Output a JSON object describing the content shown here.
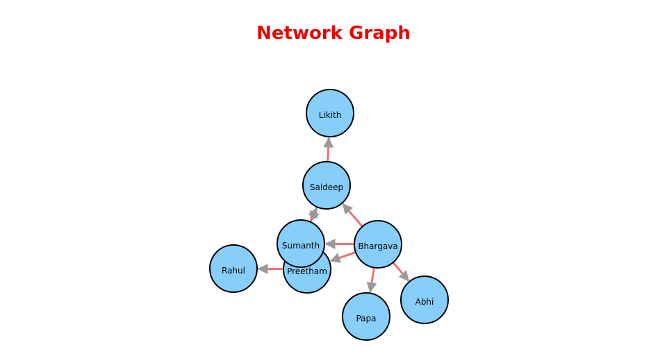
{
  "title": "Network Graph",
  "colors": {
    "title": "#ee0000",
    "node_fill": "#87cefa",
    "node_stroke": "#000000",
    "edge": "#f07070",
    "arrow": "#999999"
  },
  "graph": {
    "directed": true,
    "nodes": [
      {
        "id": "Likith",
        "label": "Likith"
      },
      {
        "id": "Saideep",
        "label": "Saideep"
      },
      {
        "id": "Sumanth",
        "label": "Sumanth"
      },
      {
        "id": "Bhargava",
        "label": "Bhargava"
      },
      {
        "id": "Preetham",
        "label": "Preetham"
      },
      {
        "id": "Rahul",
        "label": "Rahul"
      },
      {
        "id": "Papa",
        "label": "Papa"
      },
      {
        "id": "Abhi",
        "label": "Abhi"
      }
    ],
    "edges": [
      {
        "source": "Saideep",
        "target": "Likith"
      },
      {
        "source": "Bhargava",
        "target": "Saideep"
      },
      {
        "source": "Bhargava",
        "target": "Sumanth"
      },
      {
        "source": "Bhargava",
        "target": "Preetham"
      },
      {
        "source": "Bhargava",
        "target": "Papa"
      },
      {
        "source": "Bhargava",
        "target": "Abhi"
      },
      {
        "source": "Saideep",
        "target": "Sumanth"
      },
      {
        "source": "Sumanth",
        "target": "Saideep"
      },
      {
        "source": "Preetham",
        "target": "Rahul"
      }
    ]
  }
}
